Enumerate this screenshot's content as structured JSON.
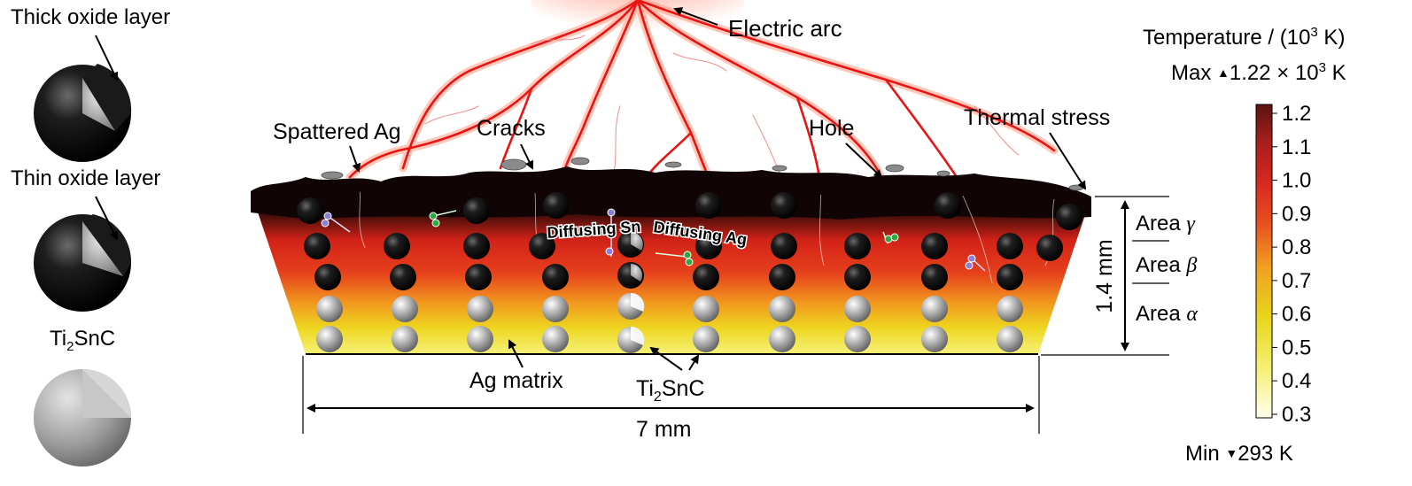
{
  "left_legend": {
    "thick_oxide": "Thick oxide layer",
    "thin_oxide": "Thin oxide layer",
    "ti2snc_base": "Ti",
    "ti2snc_sub": "2",
    "ti2snc_tail": "SnC"
  },
  "annotations": {
    "electric_arc": "Electric arc",
    "spattered_ag": "Spattered Ag",
    "cracks": "Cracks",
    "hole": "Hole",
    "thermal_stress": "Thermal stress",
    "diffusing_sn": "Diffusing Sn",
    "diffusing_ag": "Diffusing Ag",
    "ag_matrix": "Ag matrix",
    "ti2snc_base": "Ti",
    "ti2snc_sub": "2",
    "ti2snc_tail": "SnC"
  },
  "dimensions": {
    "width": "7 mm",
    "height": "1.4 mm"
  },
  "areas": {
    "gamma": "Area",
    "gamma_sym": "γ",
    "beta": "Area",
    "beta_sym": "β",
    "alpha": "Area",
    "alpha_sym": "α"
  },
  "colorbar": {
    "title_a": "Temperature / (10",
    "title_sup": "3",
    "title_b": " K)",
    "max_label": "Max",
    "max_arrow": "▲",
    "max_value_a": "1.22 × 10",
    "max_value_sup": "3",
    "max_value_b": " K",
    "min_label": "Min",
    "min_arrow": "▼",
    "min_value": "293 K",
    "ticks": [
      "1.2",
      "1.1",
      "1.0",
      "0.9",
      "0.8",
      "0.7",
      "0.6",
      "0.5",
      "0.4",
      "0.3"
    ],
    "colors": [
      "#ffffee",
      "#f6f07a",
      "#e8d61c",
      "#f0a020",
      "#e85020",
      "#d82820",
      "#a81e1c",
      "#5a1410"
    ]
  }
}
